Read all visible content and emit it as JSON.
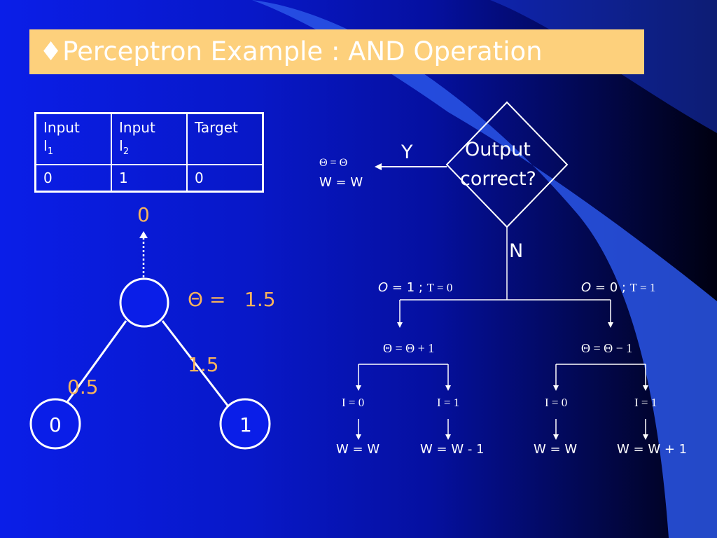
{
  "title": {
    "bullet": "♦",
    "text": "Perceptron Example : AND Operation"
  },
  "truth_table": {
    "headers": [
      {
        "main": "Input",
        "sub_main": "I",
        "subscript": "1"
      },
      {
        "main": "Input",
        "sub_main": "I",
        "subscript": "2"
      },
      {
        "main": "Target",
        "sub_main": "",
        "subscript": ""
      }
    ],
    "row": [
      "0",
      "1",
      "0"
    ]
  },
  "network": {
    "output_value": "0",
    "theta_label": "Θ =",
    "theta_value": "1.5",
    "weight_left": "0.5",
    "weight_right": "1.5",
    "input_left": "0",
    "input_right": "1"
  },
  "flowchart": {
    "decision_line1": "Output",
    "decision_line2": "correct?",
    "yes_label": "Y",
    "no_label": "N",
    "yes_result_theta": "Θ = Θ",
    "yes_result_w": "W = W",
    "left_branch_cond_italic": "O",
    "left_branch_cond_rest": " = 1 ; ",
    "left_branch_t": "T = 0",
    "right_branch_cond_italic": "O",
    "right_branch_cond_rest": " = 0 ; ",
    "right_branch_t": "T = 1",
    "left_theta_update": "Θ = Θ + 1",
    "right_theta_update": "Θ = Θ − 1",
    "i_labels": [
      "I = 0",
      "I = 1",
      "I = 0",
      "I = 1"
    ],
    "w_updates": [
      "W = W",
      "W = W - 1",
      "W = W",
      "W = W + 1"
    ]
  },
  "colors": {
    "accent_orange": "#f7b35c",
    "title_bar": "#fdd07c",
    "swoosh": "#3a6cf0"
  }
}
